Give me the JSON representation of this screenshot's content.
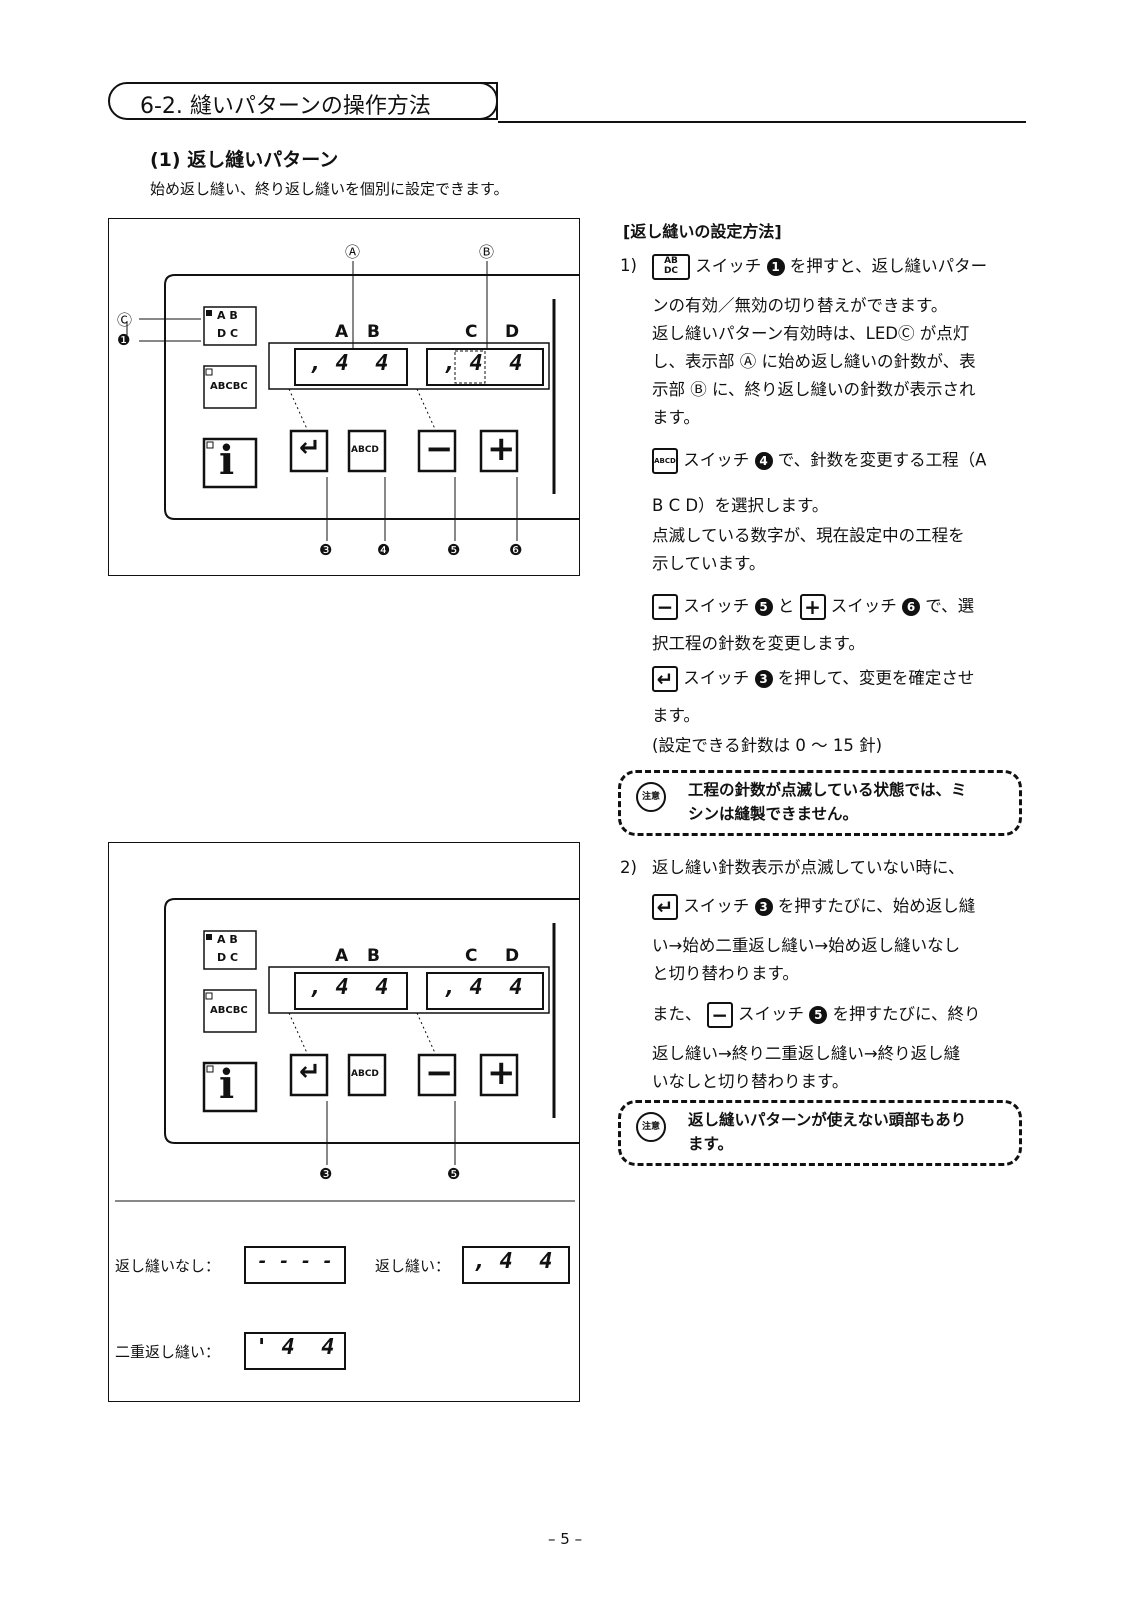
{
  "section": {
    "title": "6-2. 縫いパターンの操作方法"
  },
  "subsection": {
    "title": "(1) 返し縫いパターン",
    "intro": "始め返し縫い、終り返し縫いを個別に設定できます。"
  },
  "figure1": {
    "callout_A": "Ⓐ",
    "callout_B": "Ⓑ",
    "callout_C": "Ⓒ",
    "label_A": "A",
    "label_B": "B",
    "label_C": "C",
    "label_D": "D",
    "display_left": ", 4  4",
    "display_right": ", 4  4",
    "num_1": "❶",
    "num_3": "❸",
    "num_4": "❹",
    "num_5": "❺",
    "num_6": "❻",
    "key_enter": "↵",
    "key_abcd": "ABCD",
    "key_minus": "−",
    "key_plus": "+",
    "key_info": "i",
    "key_ab": "A B",
    "key_dc": "D C",
    "key_multi": "ABCBC"
  },
  "figure2": {
    "label_A": "A",
    "label_B": "B",
    "label_C": "C",
    "label_D": "D",
    "display_left": ", 4  4",
    "display_right": ", 4  4",
    "num_3": "❸",
    "num_5": "❺",
    "key_enter": "↵",
    "key_abcd": "ABCD",
    "key_minus": "−",
    "key_plus": "+",
    "key_info": "i",
    "key_ab": "A B",
    "key_dc": "D C",
    "key_multi": "ABCBC",
    "legend_none_label": "返し縫いなし：",
    "legend_none_value": "- - - -",
    "legend_back_label": "返し縫い：",
    "legend_back_value": ", 4  4",
    "legend_double_label": "二重返し縫い：",
    "legend_double_value": "' 4  4"
  },
  "instructions": {
    "heading": "[返し縫いの設定方法]",
    "step1": {
      "marker": "1)",
      "l1": "スイッチ",
      "l1b": "を押すと、返し縫いパター",
      "l2": "ンの有効／無効の切り替えができます。",
      "l3": "返し縫いパターン有効時は、LEDⒸ が点灯",
      "l4": "し、表示部 Ⓐ に始め返し縫いの針数が、表",
      "l5": "示部 Ⓑ に、終り返し縫いの針数が表示され",
      "l6": "ます。",
      "l7": "スイッチ",
      "l7b": "で、針数を変更する工程（A",
      "l8": "B C D）を選択します。",
      "l9": "点滅している数字が、現在設定中の工程を",
      "l10": "示しています。",
      "l11a": "スイッチ",
      "l11b": "と",
      "l11c": "スイッチ",
      "l11d": "で、選",
      "l12": "択工程の針数を変更します。",
      "l13a": "スイッチ",
      "l13b": "を押して、変更を確定させ",
      "l14": "ます。",
      "l15": "(設定できる針数は 0 ～ 15 針)"
    },
    "note1": {
      "l1": "工程の針数が点滅している状態では、ミ",
      "l2": "シンは縫製できません。",
      "icon": "注意"
    },
    "step2": {
      "marker": "2)",
      "l1": "返し縫い針数表示が点滅していない時に、",
      "l2a": "スイッチ",
      "l2b": "を押すたびに、始め返し縫",
      "l3": "い→始め二重返し縫い→始め返し縫いなし",
      "l4": "と切り替わります。",
      "l5a": "また、",
      "l5b": "スイッチ",
      "l5c": "を押すたびに、終り",
      "l6": "返し縫い→終り二重返し縫い→終り返し縫",
      "l7": "いなしと切り替わります。"
    },
    "note2": {
      "l1": "返し縫いパターンが使えない頭部もあり",
      "l2": "ます。",
      "icon": "注意"
    }
  },
  "page_number": "– 5 –",
  "num_glyphs": {
    "one": "1",
    "three": "3",
    "four": "4",
    "five": "5",
    "six": "6"
  }
}
